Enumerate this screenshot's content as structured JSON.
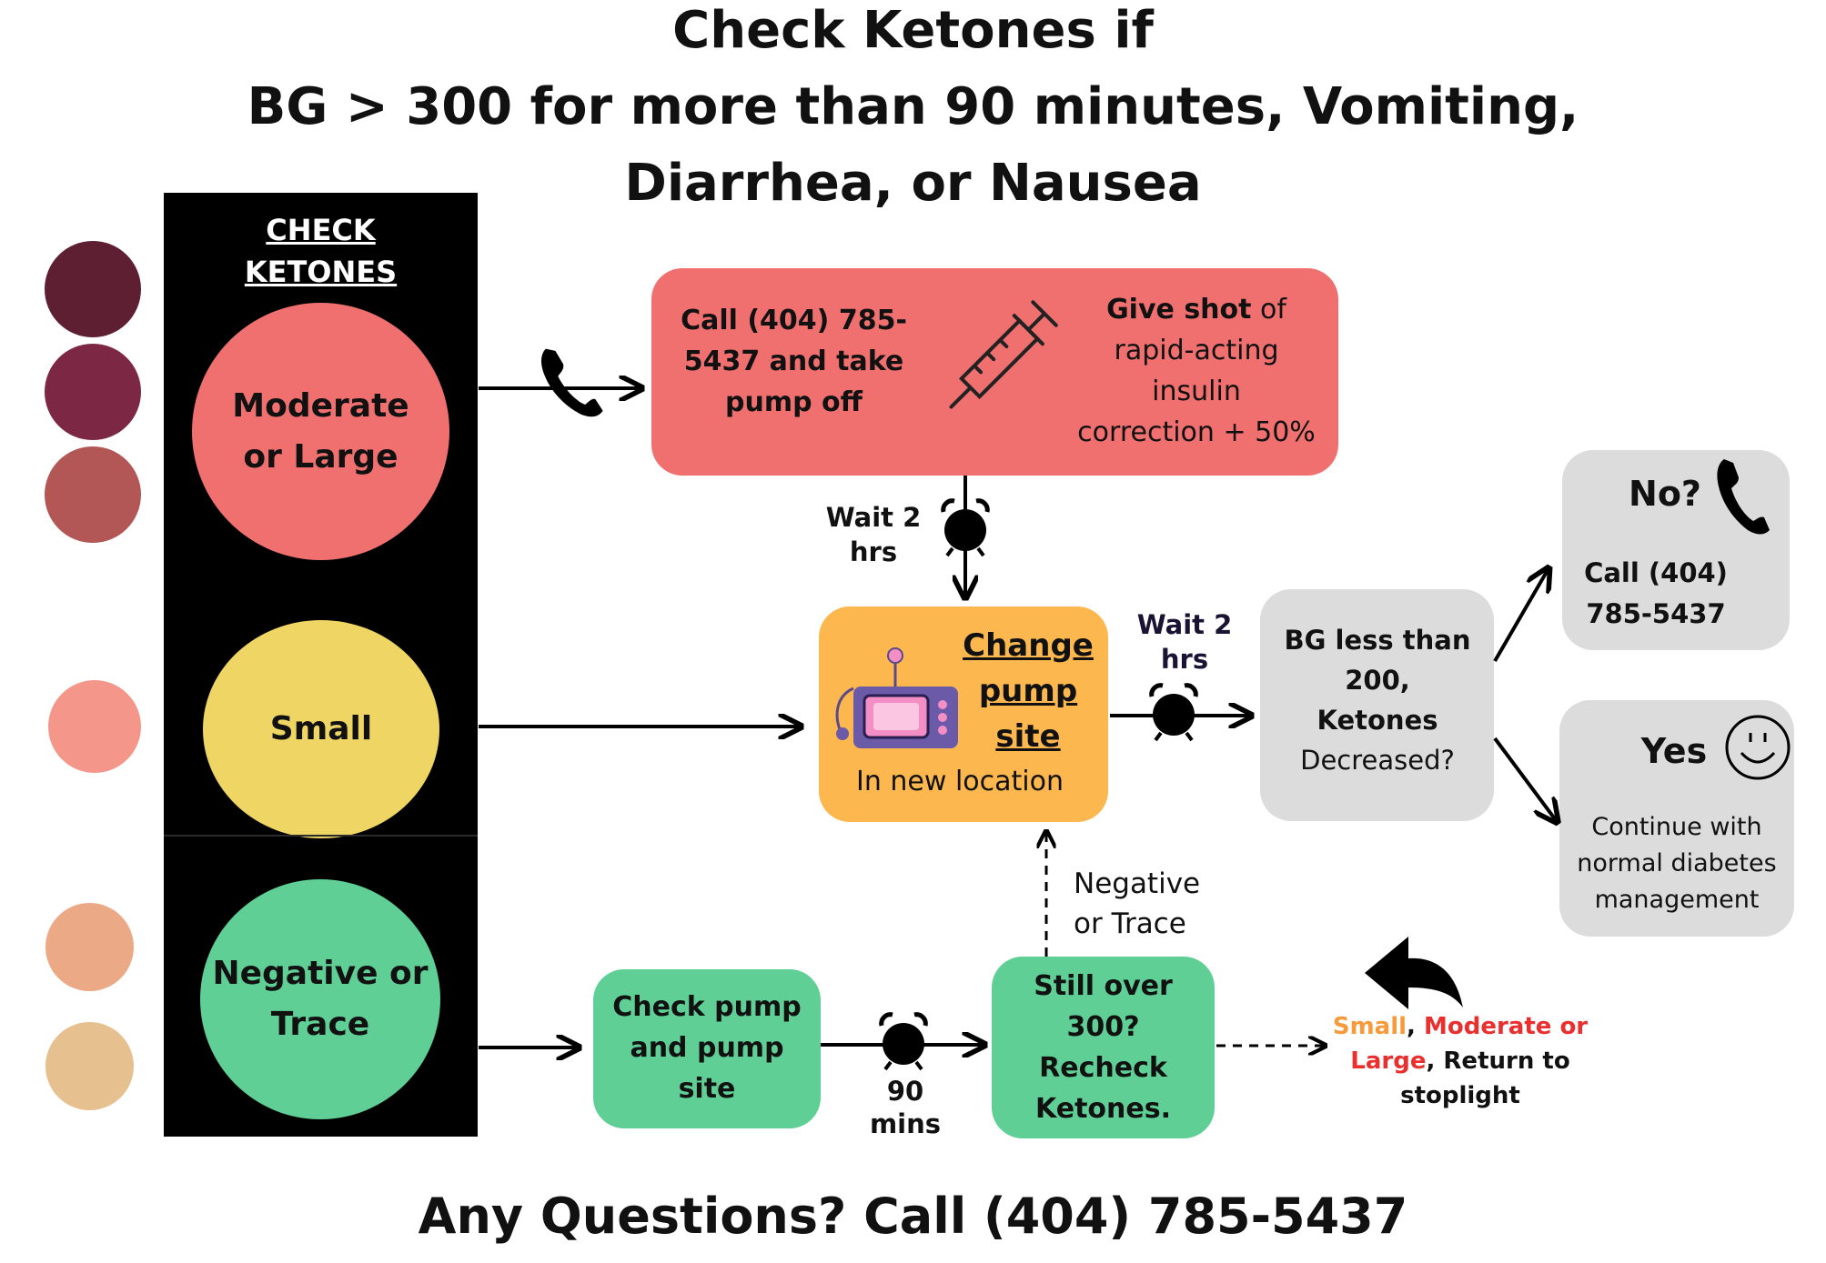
{
  "title": {
    "line1": "Check Ketones if",
    "line2": "BG > 300 for more than 90 minutes, Vomiting,",
    "line3": "Diarrhea, or Nausea"
  },
  "stoplight": {
    "heading_line1": "CHECK",
    "heading_line2": "KETONES",
    "red_line1": "Moderate",
    "red_line2": "or Large",
    "yellow": "Small",
    "green_line1": "Negative or",
    "green_line2": "Trace"
  },
  "red_box": {
    "call_line1": "Call (404) 785-",
    "call_line2": "5437 and take",
    "call_line3": "pump off",
    "shot_bold": "Give shot",
    "shot_rest": " of",
    "shot_line2": "rapid-acting",
    "shot_line3": "insulin",
    "shot_line4": "correction + 50%"
  },
  "wait_top": {
    "line1": "Wait 2",
    "line2": "hrs"
  },
  "orange_box": {
    "line1": "Change",
    "line2": "pump",
    "line3": "site",
    "subtitle": "In new location"
  },
  "wait_mid": {
    "line1": "Wait 2",
    "line2": "hrs"
  },
  "grey_question": {
    "line1": "BG less than",
    "line2": "200,",
    "line3": "Ketones",
    "line4": "Decreased?"
  },
  "no_box": {
    "label": "No?",
    "line1": "Call (404)",
    "line2": "785-5437"
  },
  "yes_box": {
    "label": "Yes",
    "line1": "Continue with",
    "line2": "normal diabetes",
    "line3": "management"
  },
  "green_check": {
    "line1": "Check pump",
    "line2": "and pump",
    "line3": "site"
  },
  "wait_low": {
    "line1": "90",
    "line2": "mins"
  },
  "green_recheck": {
    "line1": "Still over",
    "line2": "300?",
    "line3": "Recheck",
    "line4": "Ketones."
  },
  "neg_trace": {
    "line1": "Negative",
    "line2": "or Trace"
  },
  "return_note": {
    "small": "Small",
    "comma": ", ",
    "moderate_line1": "Moderate or",
    "large": "Large",
    "rest": ", Return to",
    "line3": "stoplight"
  },
  "footer": "Any Questions? Call (404) 785-5437",
  "icons": [
    "phone-icon",
    "syringe-icon",
    "alarm-clock-icon",
    "insulin-pump-icon",
    "smiley-icon",
    "return-arrow-icon"
  ],
  "colors": {
    "red": "#f07070",
    "yellow": "#efd563",
    "green": "#5fcf96",
    "orange": "#fdb74f",
    "grey": "#dcdcdc",
    "small_text": "#f79a3c",
    "moderate_text": "#ea2f2f",
    "dot1": "#5e1f33",
    "dot2": "#7c2844",
    "dot3": "#b25656",
    "dot4": "#f4968a",
    "dot5": "#eca985",
    "dot6": "#e6c08e"
  }
}
